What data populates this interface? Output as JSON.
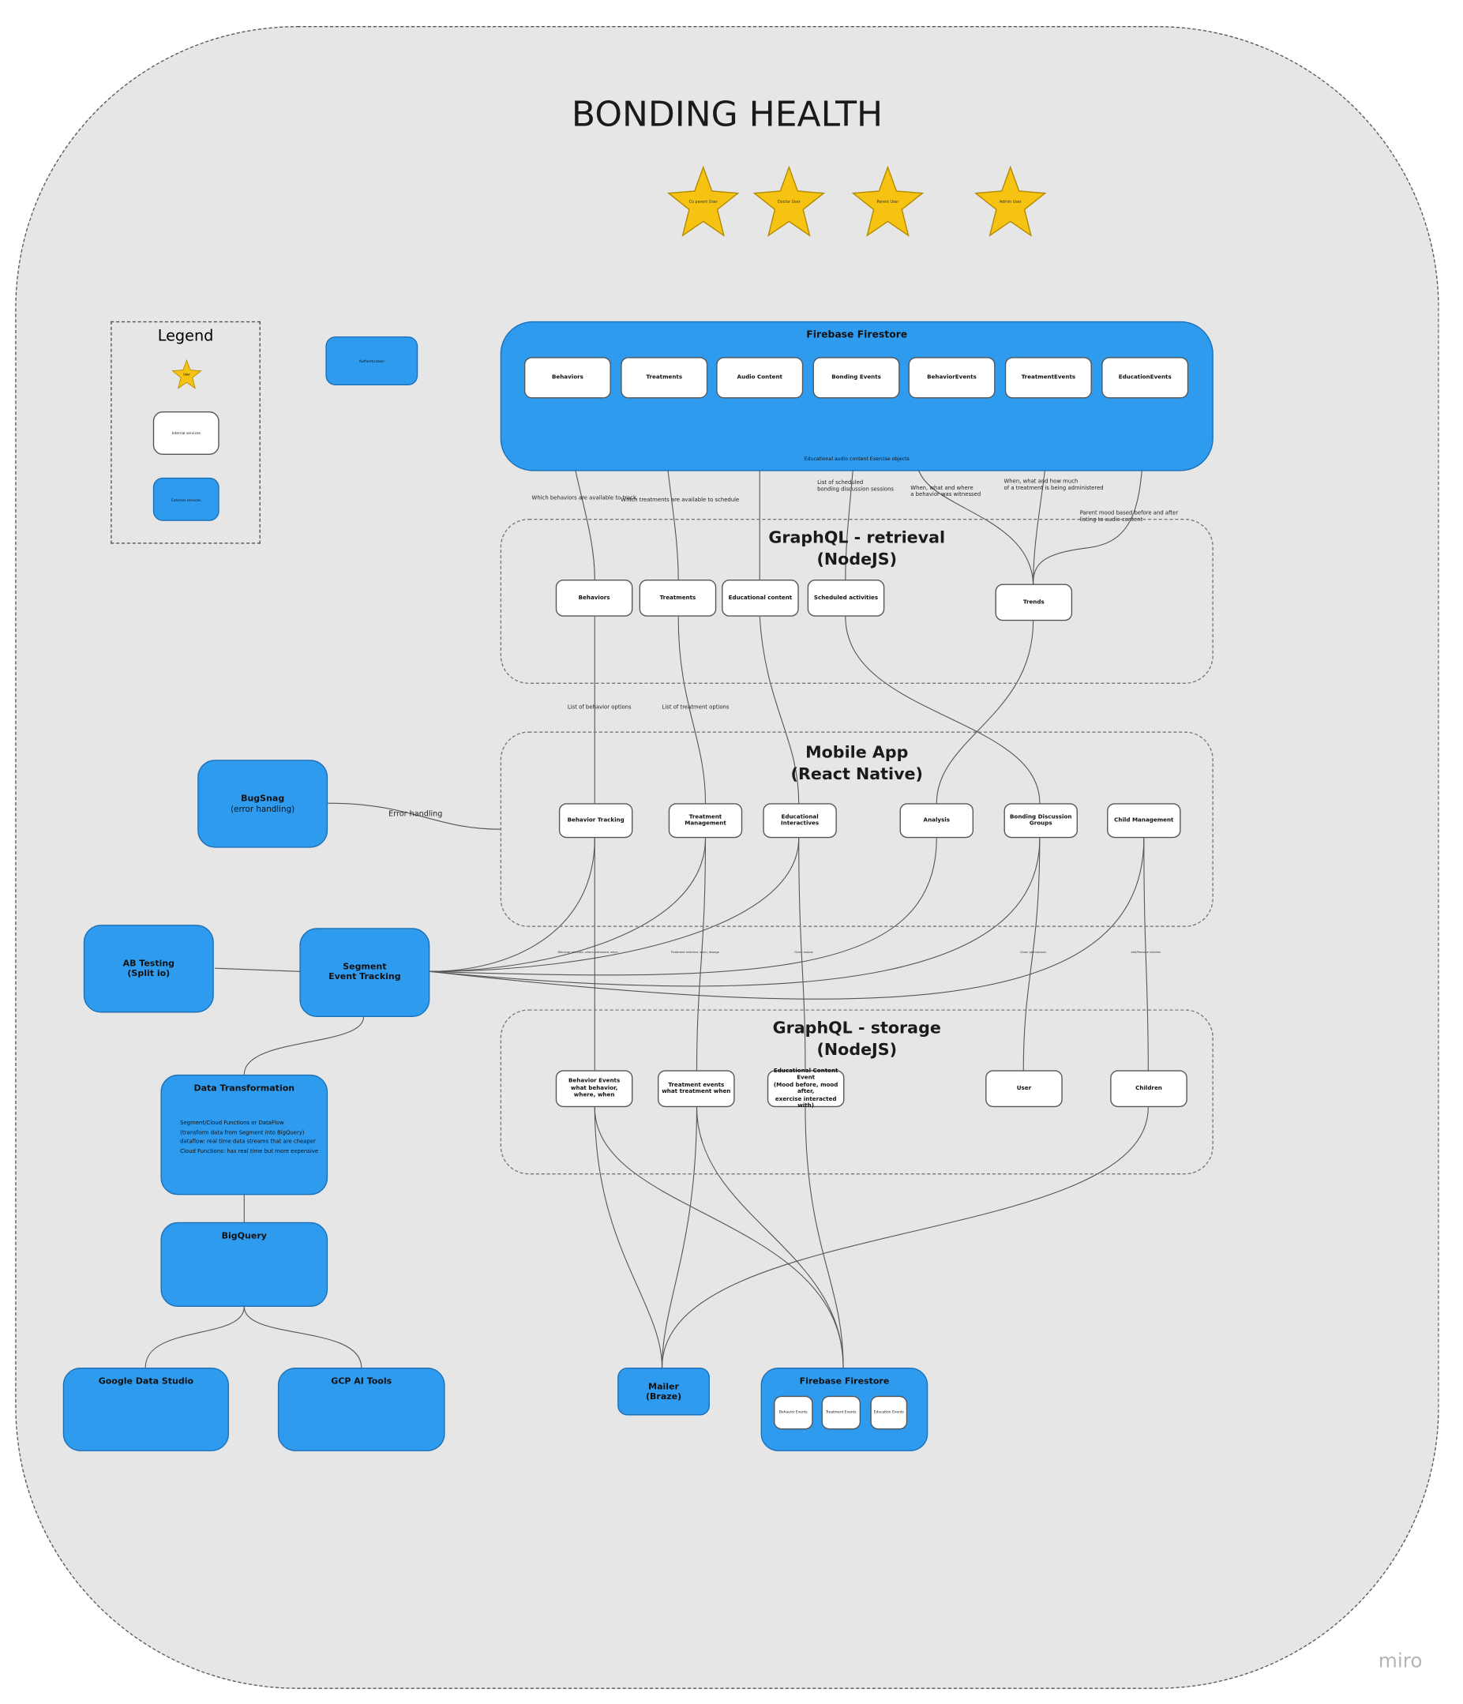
{
  "title": "BONDING HEALTH",
  "users": [
    "Co parent User",
    "Doctor User",
    "Parent User",
    "Admin User"
  ],
  "legend": {
    "title": "Legend",
    "user": "User",
    "internal": "Internal services",
    "external": "External services"
  },
  "auth": "Authentication",
  "firestore_top": {
    "title": "Firebase Firestore",
    "items": [
      "Behaviors",
      "Treatments",
      "Audio Content",
      "Bonding Events",
      "BehaviorEvents",
      "TreatmentEvents",
      "EducationEvents"
    ],
    "note": "Educational audio content Exercise objects"
  },
  "edge_labels_top": {
    "behaviors": "Which behaviors are available to track",
    "treatments": "Which treatments are available to schedule",
    "bonding": [
      "List of scheduled",
      "bonding discussion sessions"
    ],
    "behavior_events": [
      "When, what and where",
      "a behavior was witnessed"
    ],
    "treatment_events": [
      "When, what and how much",
      "of a treatment is being administered"
    ],
    "education_events": [
      "Parent mood based before and after",
      "listing to audio content"
    ]
  },
  "retrieval": {
    "title": [
      "GraphQL - retrieval",
      "(NodeJS)"
    ],
    "items": [
      "Behaviors",
      "Treatments",
      "Educational content",
      "Scheduled activities",
      "Trends"
    ]
  },
  "edge_labels_mid": {
    "behavior": "List of behavior options",
    "treatment": "List of treatment options"
  },
  "mobile": {
    "title": [
      "Mobile App",
      "(React Native)"
    ],
    "items": [
      "Behavior Tracking",
      "Treatment Management",
      "Educational Interactives",
      "Analysis",
      "Bonding Discussion Groups",
      "Child Management"
    ]
  },
  "bugsnag": {
    "title": "BugSnag",
    "sub": "(error handling)",
    "edge": "Error handling"
  },
  "ab": {
    "title": [
      "AB Testing",
      "(Split io)"
    ]
  },
  "segment": {
    "title": [
      "Segment",
      "Event Tracking"
    ]
  },
  "tiny_labels": [
    "Behavior selected, where witnessed, when",
    "Treatment selected, when, dosage",
    "Given moods",
    "Given permissions",
    "Add/Remove children"
  ],
  "storage": {
    "title": [
      "GraphQL - storage",
      "(NodeJS)"
    ],
    "items": [
      [
        "Behavior Events",
        "what behavior, where, when"
      ],
      [
        "Treatment events",
        "what treatment when"
      ],
      [
        "Educational Content Event",
        "(Mood before, mood after,",
        "exercise interacted with)"
      ],
      [
        "User"
      ],
      [
        "Children"
      ]
    ]
  },
  "transform": {
    "title": "Data Transformation",
    "lines": [
      "Segment/Cloud Functions or DataFlow",
      "(transform data from Segment into BigQuery)",
      "dataflow: real time data streams that are cheaper",
      "Cloud Functions: has real time but more expensive"
    ]
  },
  "bigquery": "BigQuery",
  "gds": "Google Data Studio",
  "gcp": "GCP AI Tools",
  "mailer": [
    "Mailer",
    "(Braze)"
  ],
  "firestore_bottom": {
    "title": "Firebase Firestore",
    "items": [
      "Behavior Events",
      "Treatment Events",
      "Education Events"
    ]
  },
  "watermark": "miro"
}
